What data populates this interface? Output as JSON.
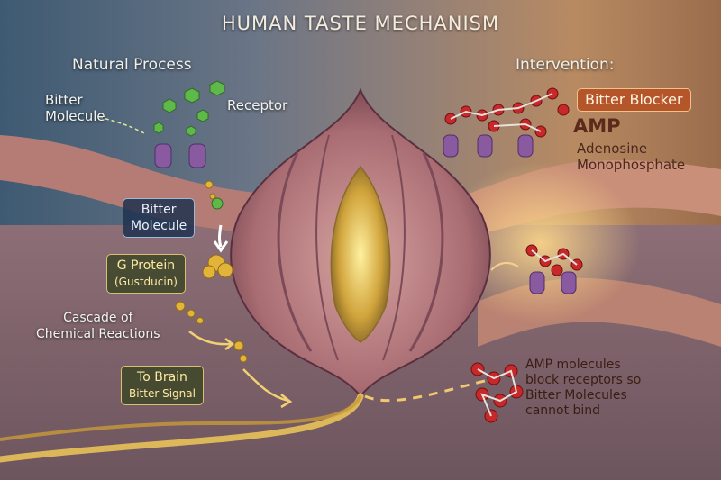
{
  "title": "HUMAN TASTE MECHANISM",
  "left_heading": "Natural Process",
  "right_heading": "Intervention:",
  "labels": {
    "bitter_molecule_top": [
      "Bitter",
      "Molecule"
    ],
    "receptor": "Receptor",
    "bitter_molecule_box": [
      "Bitter",
      "Molecule"
    ],
    "g_protein": [
      "G Protein",
      "(Gustducin)"
    ],
    "cascade": [
      "Cascade of",
      "Chemical Reactions"
    ],
    "to_brain": [
      "To Brain",
      "Bitter Signal"
    ],
    "bitter_blocker": "Bitter Blocker",
    "amp": "AMP",
    "amp_full": [
      "Adenosine",
      "Monophosphate"
    ],
    "amp_note": [
      "AMP molecules",
      "block receptors so",
      "Bitter Molecules",
      "cannot bind"
    ]
  },
  "colors": {
    "bitter_molecule": "#5fb84a",
    "receptor": "#8a5aa0",
    "g_protein": "#e2b43a",
    "amp_atom": "#c8282a",
    "bitter_blocker_box": "#b5562a",
    "signal_nerve": "#e8c25a"
  }
}
